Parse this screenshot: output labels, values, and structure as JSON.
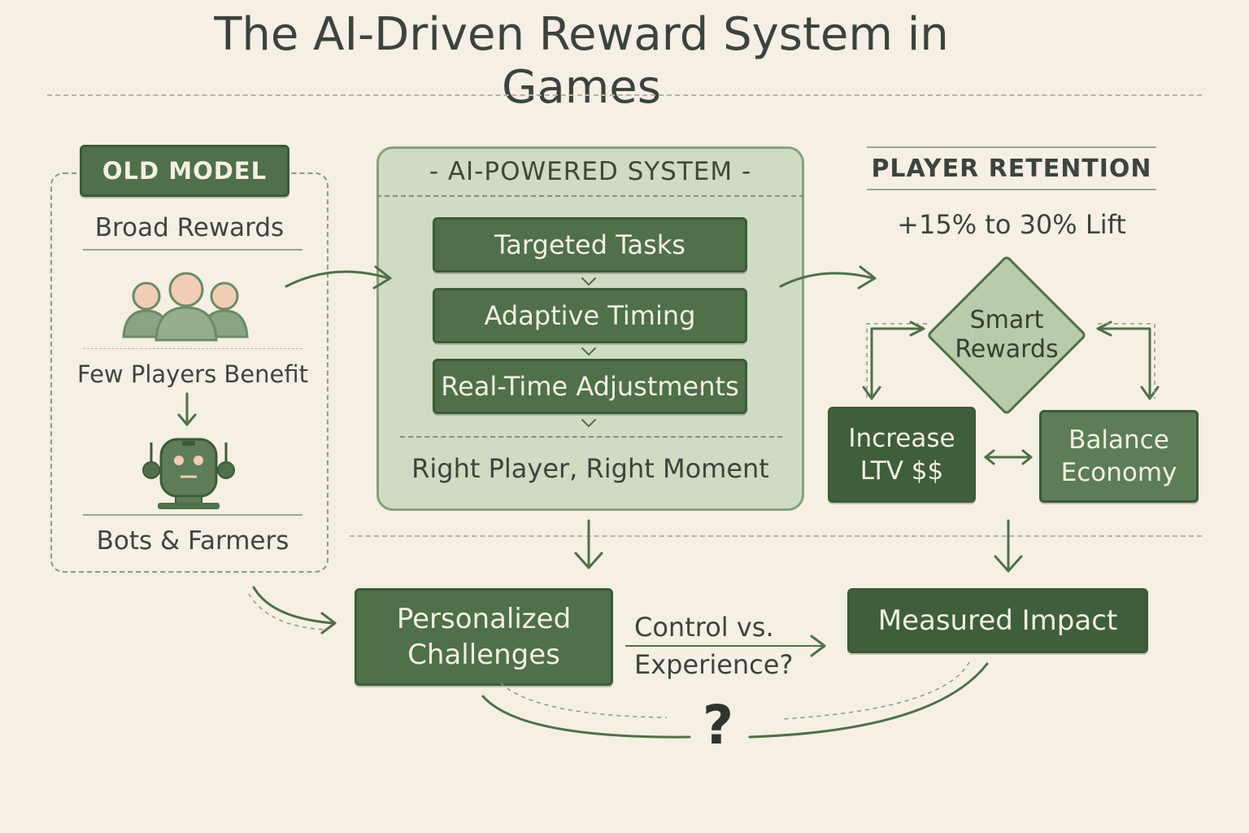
{
  "title": "The AI-Driven Reward System in Games",
  "old_model": {
    "tag": "OLD MODEL",
    "broad_rewards": "Broad Rewards",
    "few_players": "Few Players Benefit",
    "bots": "Bots & Farmers"
  },
  "ai_system": {
    "header": "- AI-POWERED SYSTEM -",
    "steps": [
      "Targeted Tasks",
      "Adaptive Timing",
      "Real-Time Adjustments"
    ],
    "footer": "Right Player, Right Moment"
  },
  "retention": {
    "header": "PLAYER RETENTION",
    "lift": "+15% to 30% Lift",
    "smart_rewards": "Smart Rewards",
    "increase_ltv": "Increase LTV $$",
    "balance_economy": "Balance Economy"
  },
  "bottom": {
    "personalized": "Personalized Challenges",
    "control_vs": "Control vs. Experience?",
    "measured": "Measured Impact",
    "question": "?"
  },
  "colors": {
    "background": "#f5efe4",
    "dark_green": "#4f7049",
    "panel_green": "#cfdbc3",
    "diamond_green": "#b9cbab",
    "skin": "#f1cdb4"
  }
}
